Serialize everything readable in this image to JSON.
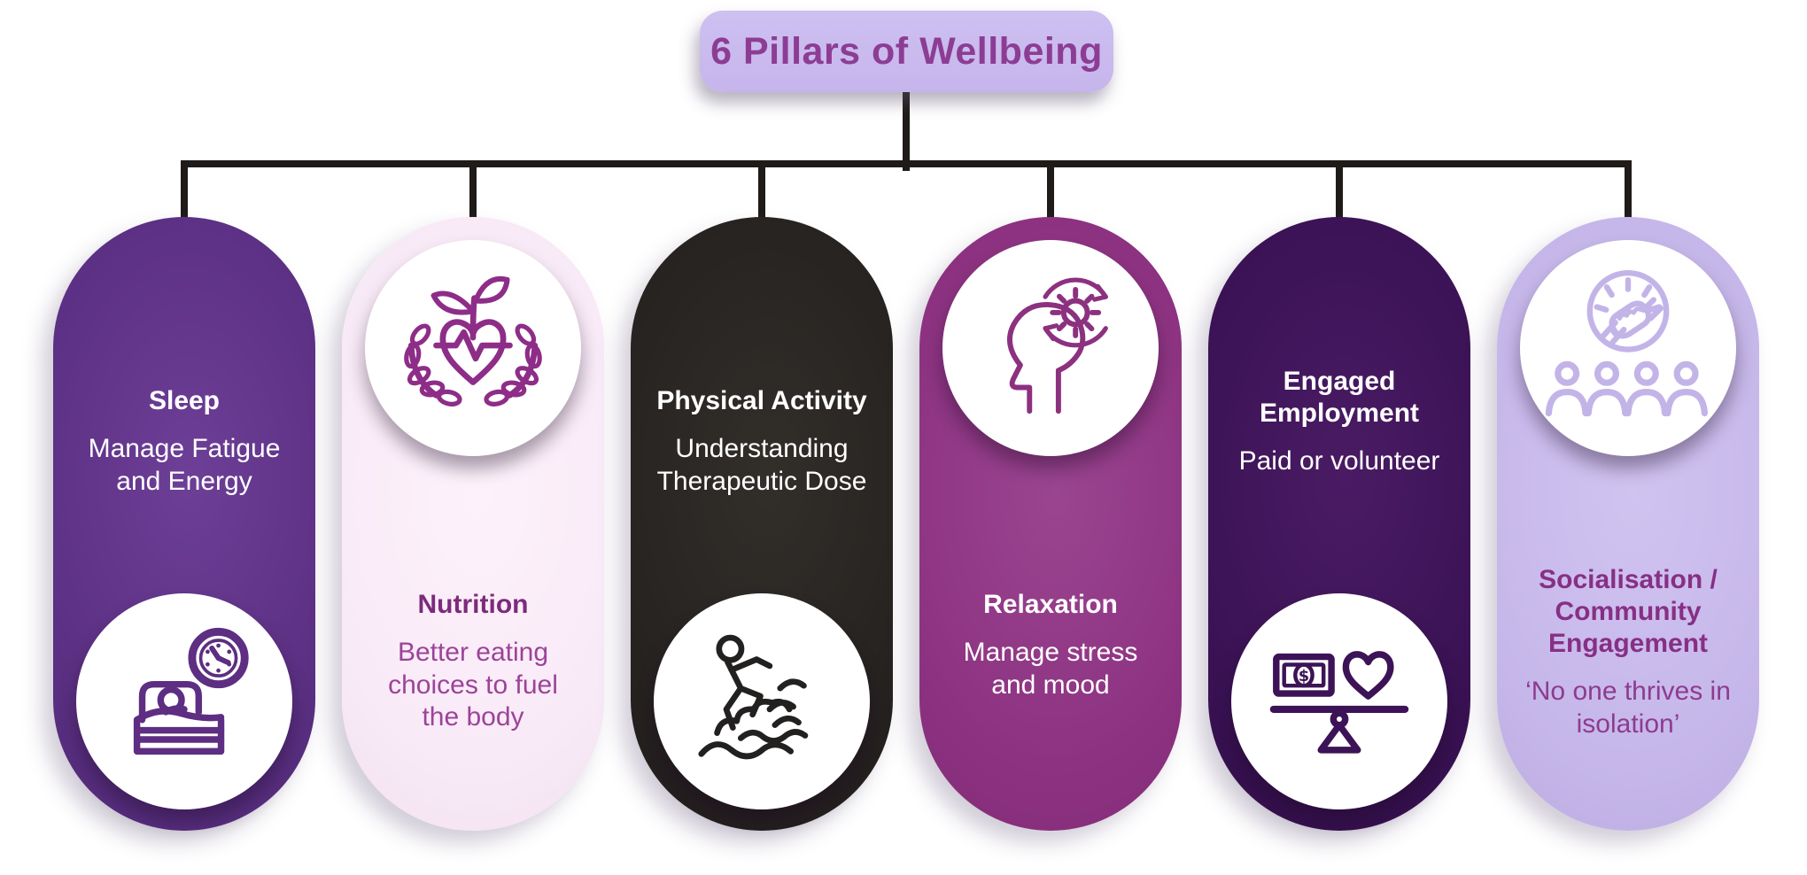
{
  "title": {
    "label": "6 Pillars of Wellbeing",
    "background": "#c6b5ec",
    "text_color": "#8c3d93"
  },
  "connector_color": "#1e1b18",
  "pillars": [
    {
      "title": "Sleep",
      "subtitle": "Manage Fatigue and Energy",
      "icon": "bed-clock-icon",
      "icon_position": "bottom",
      "background": "#5d3185",
      "text_color": "#ffffff",
      "icon_color": "#5d2e82"
    },
    {
      "title": "Nutrition",
      "subtitle": "Better eating choices to fuel the body",
      "icon": "heart-sprout-laurel-icon",
      "icon_position": "top",
      "background": "#f8e9f6",
      "title_color": "#7c2b7b",
      "subtitle_color": "#9c4399",
      "icon_color": "#8e2d88"
    },
    {
      "title": "Physical Activity",
      "subtitle": "Understanding Therapeutic Dose",
      "icon": "person-climbing-clouds-icon",
      "icon_position": "bottom",
      "background": "#262220",
      "text_color": "#ffffff",
      "icon_color": "#232020"
    },
    {
      "title": "Relaxation",
      "subtitle": "Manage stress and mood",
      "icon": "head-gear-icon",
      "icon_position": "top",
      "background": "#8c3180",
      "text_color": "#ffffff",
      "icon_color": "#8c3180"
    },
    {
      "title": "Engaged Employment",
      "subtitle": "Paid or volunteer",
      "icon": "money-heart-balance-icon",
      "icon_position": "bottom",
      "background": "#3a1254",
      "text_color": "#ffffff",
      "icon_color": "#3c1356"
    },
    {
      "title": "Socialisation / Community Engagement",
      "subtitle": "‘No one thrives in isolation’",
      "icon": "handshake-community-icon",
      "icon_position": "top",
      "background": "#c5b6e9",
      "title_color": "#872f85",
      "subtitle_color": "#8d3b90",
      "icon_color": "#c3b4e8"
    }
  ]
}
